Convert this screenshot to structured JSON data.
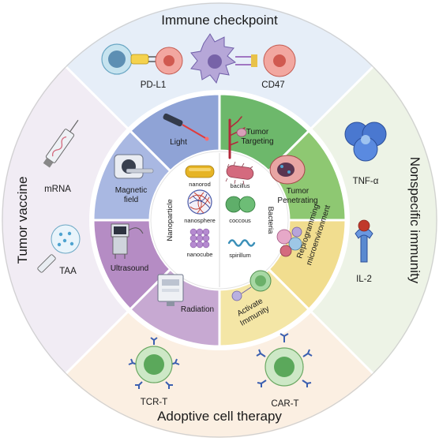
{
  "outer": {
    "top": "Immune checkpoint",
    "left": "Tumor vaccine",
    "right": "Nonspecific immunity",
    "bottom": "Adoptive cell therapy"
  },
  "outer_labels": {
    "pdl1": "PD-L1",
    "cd47": "CD47",
    "mrna": "mRNA",
    "taa": "TAA",
    "tnf": "TNF-α",
    "il2": "IL-2",
    "tcrt": "TCR-T",
    "cart": "CAR-T"
  },
  "middle": {
    "light": "Light",
    "magnetic_1": "Magnetic",
    "magnetic_2": "field",
    "ultrasound": "Ultrasound",
    "radiation": "Radiation",
    "targeting_1": "Tumor",
    "targeting_2": "Targeting",
    "penetrating_1": "Tumor",
    "penetrating_2": "Penetrating",
    "reprog_1": "Reprogramming",
    "reprog_2": "microenvironment",
    "activate_1": "Activate",
    "activate_2": "Immunity"
  },
  "core": {
    "left_title": "Nanoparticle",
    "right_title": "Bacteria",
    "nanorod": "nanorod",
    "nanosphere": "nanosphere",
    "nanocube": "nanocube",
    "bacillus": "bacillus",
    "coccous": "coccous",
    "spirillum": "spirillum"
  },
  "colors": {
    "top_bg": "#e6eef8",
    "left_bg": "#f1ecf4",
    "right_bg": "#edf3e6",
    "bottom_bg": "#fbefe2",
    "light": "#8fa3d6",
    "magnetic": "#a9b8e2",
    "ultrasound": "#b58cc4",
    "radiation": "#c7a9d2",
    "targeting": "#6db86b",
    "penetrating": "#8ec872",
    "reprog": "#f1dd8f",
    "activate": "#f4e6a6"
  }
}
